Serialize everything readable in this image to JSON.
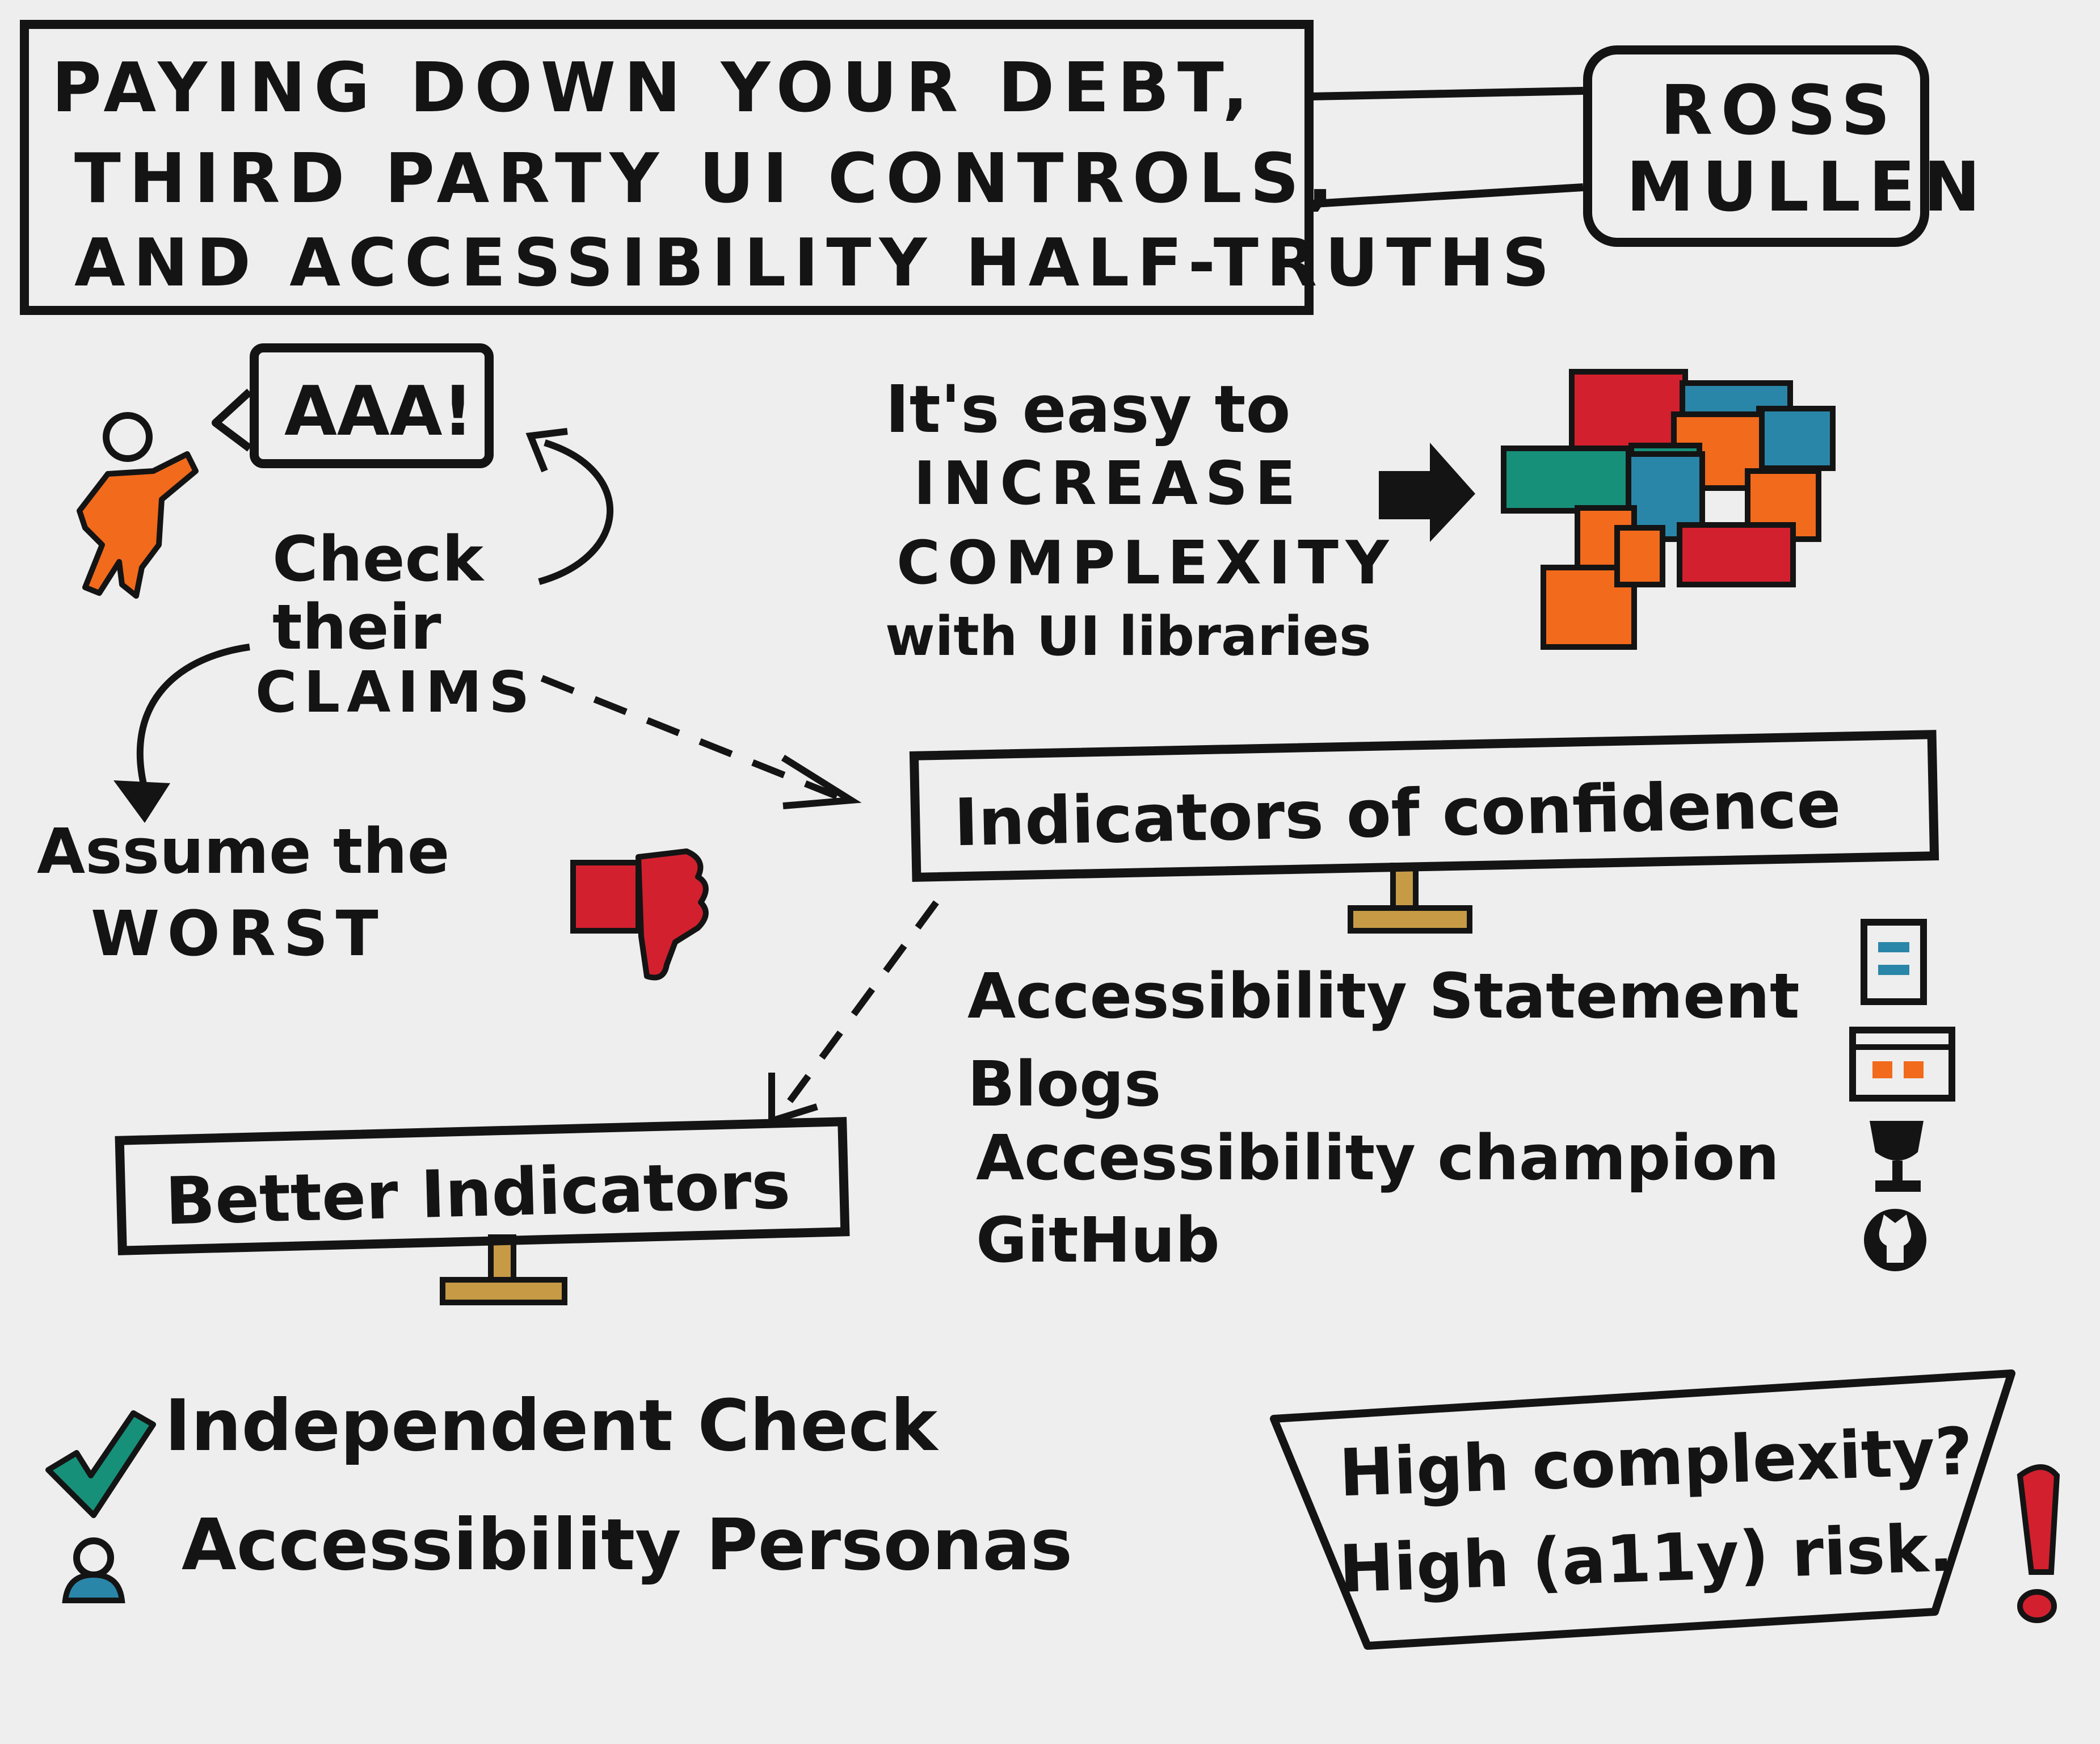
{
  "title": {
    "line1": "PAYING DOWN YOUR DEBT,",
    "line2": "THIRD PARTY UI CONTROLS,",
    "line3": "AND ACCESSIBILITY HALF-TRUTHS"
  },
  "speaker": {
    "line1": "ROSS",
    "line2": "MULLEN"
  },
  "claim_bubble": "AAA!",
  "check_claims": {
    "line1": "Check",
    "line2": "their",
    "line3": "CLAIMS"
  },
  "assume_worst": {
    "line1": "Assume the",
    "line2": "WORST"
  },
  "complexity": {
    "line1": "It's easy to",
    "line2": "INCREASE",
    "line3": "COMPLEXITY",
    "line4": "with UI libraries"
  },
  "indicators_of_confidence": {
    "label": "Indicators of confidence",
    "items": [
      {
        "label": "Accessibility Statement",
        "icon": "document-icon"
      },
      {
        "label": "Blogs",
        "icon": "browser-window-icon"
      },
      {
        "label": "Accessibility champion",
        "icon": "trophy-icon"
      },
      {
        "label": "GitHub",
        "icon": "github-icon"
      }
    ]
  },
  "better_indicators": {
    "label": "Better Indicators",
    "items": [
      {
        "label": "Independent Check",
        "icon": "checkmark-icon"
      },
      {
        "label": "Accessibility Personas",
        "icon": "person-icon"
      }
    ]
  },
  "risk": {
    "line1": "High complexity?",
    "line2": "High (a11y) risk."
  },
  "colors": {
    "ink": "#141414",
    "orange": "#f26a1b",
    "red": "#d3202e",
    "teal": "#17907a",
    "blue": "#2a86a8",
    "gold": "#c79a46",
    "paper": "#eeeeee"
  }
}
